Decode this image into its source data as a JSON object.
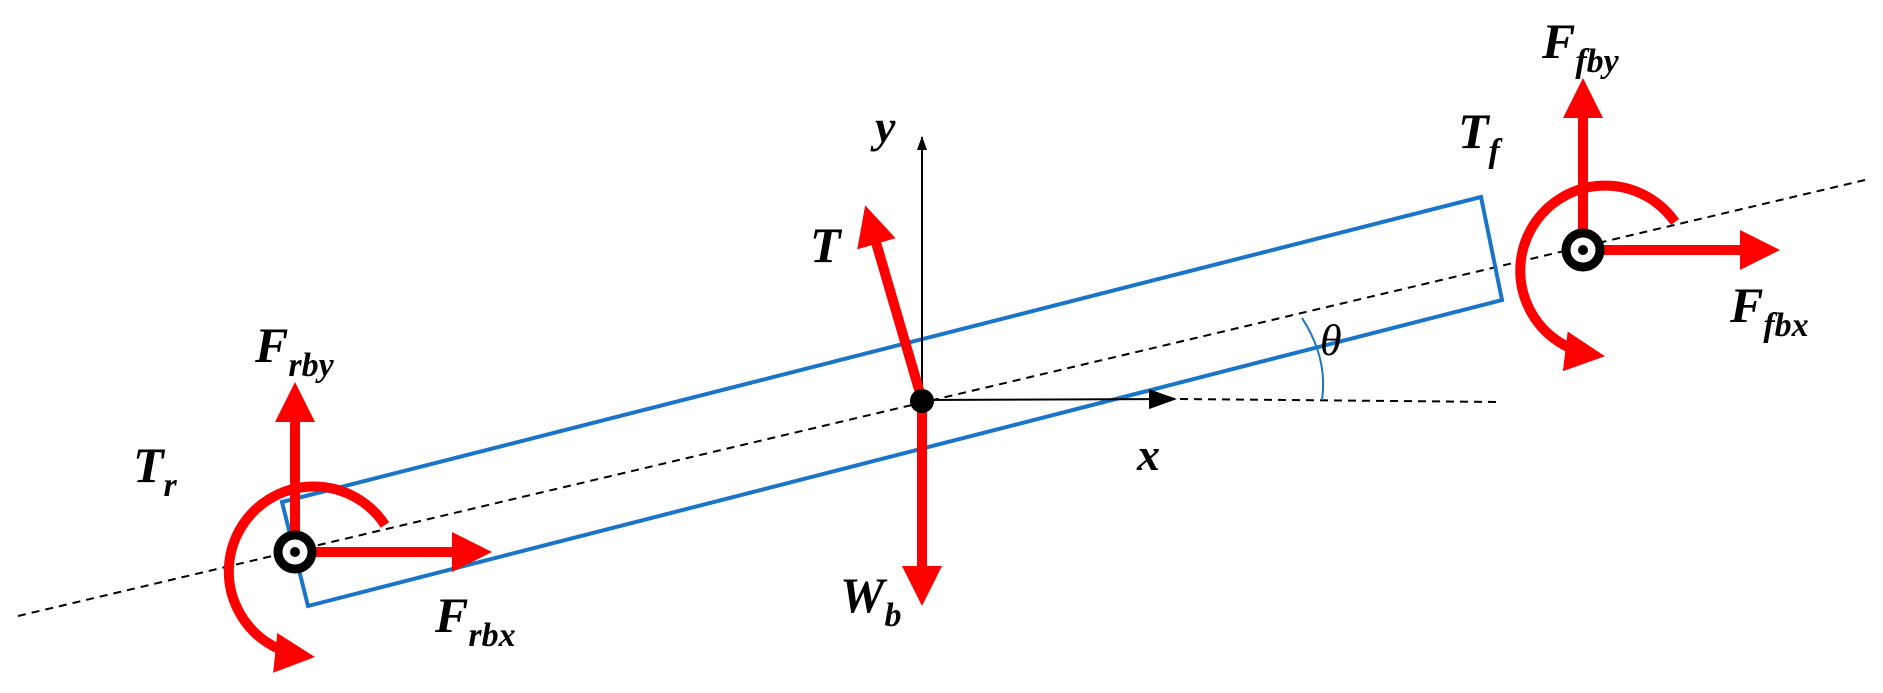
{
  "colors": {
    "force": "#ff0000",
    "beam": "#1a75c8",
    "axis": "#000000",
    "angle_arc": "#1a75c8"
  },
  "labels": {
    "front_y_force": {
      "main": "F",
      "sub": "fby"
    },
    "front_x_force": {
      "main": "F",
      "sub": "fbx"
    },
    "front_torque": {
      "main": "T",
      "sub": "f"
    },
    "rear_y_force": {
      "main": "F",
      "sub": "rby"
    },
    "rear_x_force": {
      "main": "F",
      "sub": "rbx"
    },
    "rear_torque": {
      "main": "T",
      "sub": "r"
    },
    "tension": {
      "main": "T"
    },
    "weight": {
      "main": "W",
      "sub": "b"
    },
    "y_axis": "y",
    "x_axis": "x",
    "angle": "θ"
  }
}
